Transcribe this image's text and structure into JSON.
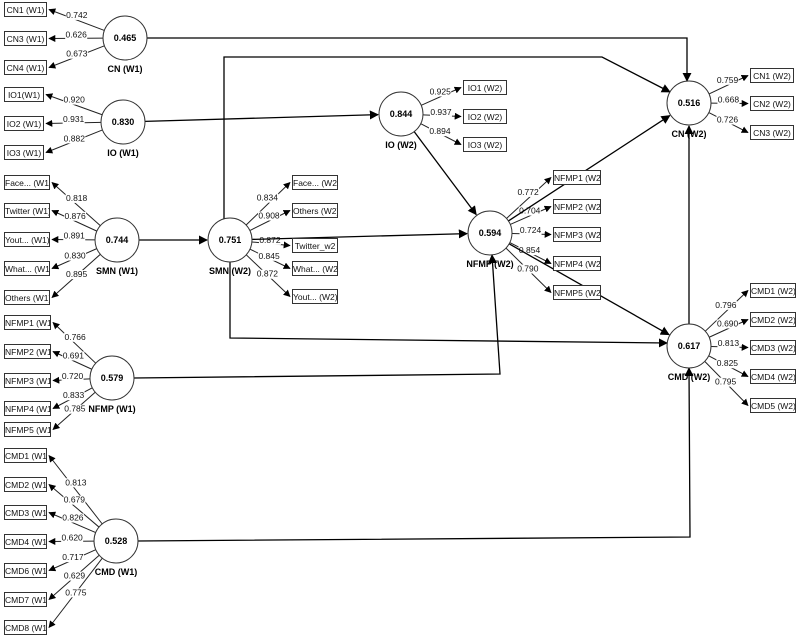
{
  "indicators": [
    {
      "id": "cn1w1",
      "label": "CN1 (W1)"
    },
    {
      "id": "cn3w1",
      "label": "CN3 (W1)"
    },
    {
      "id": "cn4w1",
      "label": "CN4 (W1)"
    },
    {
      "id": "io1w1",
      "label": "IO1(W1)"
    },
    {
      "id": "io2w1",
      "label": "IO2 (W1)"
    },
    {
      "id": "io3w1",
      "label": "IO3 (W1)"
    },
    {
      "id": "facew1",
      "label": "Face... (W1)"
    },
    {
      "id": "twitw1",
      "label": "Twitter (W1)"
    },
    {
      "id": "youtw1",
      "label": "Yout... (W1)"
    },
    {
      "id": "whatw1",
      "label": "What... (W1)"
    },
    {
      "id": "othw1",
      "label": "Others (W1)"
    },
    {
      "id": "nf1w1",
      "label": "NFMP1 (W1)"
    },
    {
      "id": "nf2w1",
      "label": "NFMP2 (W1)"
    },
    {
      "id": "nf3w1",
      "label": "NFMP3 (W1)"
    },
    {
      "id": "nf4w1",
      "label": "NFMP4 (W1)"
    },
    {
      "id": "nf5w1",
      "label": "NFMP5 (W1)"
    },
    {
      "id": "cmd1w1",
      "label": "CMD1 (W1)"
    },
    {
      "id": "cmd2w1",
      "label": "CMD2 (W1)"
    },
    {
      "id": "cmd3w1",
      "label": "CMD3 (W1)"
    },
    {
      "id": "cmd4w1",
      "label": "CMD4 (W1)"
    },
    {
      "id": "cmd6w1",
      "label": "CMD6 (W1)"
    },
    {
      "id": "cmd7w1",
      "label": "CMD7 (W1)"
    },
    {
      "id": "cmd8w1",
      "label": "CMD8 (W1)"
    },
    {
      "id": "facew2",
      "label": "Face... (W2)"
    },
    {
      "id": "othw2",
      "label": "Others (W2)"
    },
    {
      "id": "twitw2",
      "label": "Twitter_w2"
    },
    {
      "id": "whatw2",
      "label": "What... (W2)"
    },
    {
      "id": "youtw2",
      "label": "Yout... (W2)"
    },
    {
      "id": "io1w2",
      "label": "IO1 (W2)"
    },
    {
      "id": "io2w2",
      "label": "IO2 (W2)"
    },
    {
      "id": "io3w2",
      "label": "IO3 (W2)"
    },
    {
      "id": "nf1w2",
      "label": "NFMP1 (W2)"
    },
    {
      "id": "nf2w2",
      "label": "NFMP2 (W2)"
    },
    {
      "id": "nf3w2",
      "label": "NFMP3 (W2)"
    },
    {
      "id": "nf4w2",
      "label": "NFMP4 (W2)"
    },
    {
      "id": "nf5w2",
      "label": "NFMP5 (W2)"
    },
    {
      "id": "cn1w2",
      "label": "CN1 (W2)"
    },
    {
      "id": "cn2w2",
      "label": "CN2 (W2)"
    },
    {
      "id": "cn3w2",
      "label": "CN3 (W2)"
    },
    {
      "id": "cmd1w2",
      "label": "CMD1 (W2)"
    },
    {
      "id": "cmd2w2",
      "label": "CMD2 (W2)"
    },
    {
      "id": "cmd3w2",
      "label": "CMD3 (W2)"
    },
    {
      "id": "cmd4w2",
      "label": "CMD4 (W2)"
    },
    {
      "id": "cmd5w2",
      "label": "CMD5 (W2)"
    }
  ],
  "constructs": [
    {
      "id": "cn_w1",
      "label": "CN (W1)",
      "value": "0.465",
      "indicators": [
        "cn1w1",
        "cn3w1",
        "cn4w1"
      ],
      "loadings": [
        "0.742",
        "0.626",
        "0.673"
      ]
    },
    {
      "id": "io_w1",
      "label": "IO (W1)",
      "value": "0.830",
      "indicators": [
        "io1w1",
        "io2w1",
        "io3w1"
      ],
      "loadings": [
        "0.920",
        "0.931",
        "0.882"
      ]
    },
    {
      "id": "smn_w1",
      "label": "SMN (W1)",
      "value": "0.744",
      "indicators": [
        "facew1",
        "twitw1",
        "youtw1",
        "whatw1",
        "othw1"
      ],
      "loadings": [
        "0.818",
        "0.876",
        "0.891",
        "0.830",
        "0.895"
      ]
    },
    {
      "id": "nfmp_w1",
      "label": "NFMP (W1)",
      "value": "0.579",
      "indicators": [
        "nf1w1",
        "nf2w1",
        "nf3w1",
        "nf4w1",
        "nf5w1"
      ],
      "loadings": [
        "0.766",
        "0.691",
        "0.720",
        "0.833",
        "0.785"
      ]
    },
    {
      "id": "cmd_w1",
      "label": "CMD (W1)",
      "value": "0.528",
      "indicators": [
        "cmd1w1",
        "cmd2w1",
        "cmd3w1",
        "cmd4w1",
        "cmd6w1",
        "cmd7w1",
        "cmd8w1"
      ],
      "loadings": [
        "0.813",
        "0.679",
        "0.826",
        "0.620",
        "0.717",
        "0.629",
        "0.775"
      ]
    },
    {
      "id": "smn_w2",
      "label": "SMN (W2)",
      "value": "0.751",
      "indicators": [
        "facew2",
        "othw2",
        "twitw2",
        "whatw2",
        "youtw2"
      ],
      "loadings": [
        "0.834",
        "0.908",
        "0.872",
        "0.845",
        "0.872"
      ]
    },
    {
      "id": "io_w2",
      "label": "IO (W2)",
      "value": "0.844",
      "indicators": [
        "io1w2",
        "io2w2",
        "io3w2"
      ],
      "loadings": [
        "0.925",
        "0.937",
        "0.894"
      ]
    },
    {
      "id": "nfmp_w2",
      "label": "NFMP (W2)",
      "value": "0.594",
      "indicators": [
        "nf1w2",
        "nf2w2",
        "nf3w2",
        "nf4w2",
        "nf5w2"
      ],
      "loadings": [
        "0.772",
        "0.704",
        "0.724",
        "0.854",
        "0.790"
      ]
    },
    {
      "id": "cn_w2",
      "label": "CN (W2)",
      "value": "0.516",
      "indicators": [
        "cn1w2",
        "cn2w2",
        "cn3w2"
      ],
      "loadings": [
        "0.759",
        "0.668",
        "0.726"
      ]
    },
    {
      "id": "cmd_w2",
      "label": "CMD (W2)",
      "value": "0.617",
      "indicators": [
        "cmd1w2",
        "cmd2w2",
        "cmd3w2",
        "cmd4w2",
        "cmd5w2"
      ],
      "loadings": [
        "0.796",
        "0.690",
        "0.813",
        "0.825",
        "0.795"
      ]
    }
  ],
  "paths": [
    {
      "from": "cn_w1",
      "to": "cn_w2"
    },
    {
      "from": "io_w1",
      "to": "io_w2"
    },
    {
      "from": "smn_w1",
      "to": "smn_w2"
    },
    {
      "from": "nfmp_w1",
      "to": "nfmp_w2"
    },
    {
      "from": "cmd_w1",
      "to": "cmd_w2"
    },
    {
      "from": "smn_w2",
      "to": "nfmp_w2"
    },
    {
      "from": "smn_w2",
      "to": "cn_w2"
    },
    {
      "from": "smn_w2",
      "to": "cmd_w2"
    },
    {
      "from": "io_w2",
      "to": "nfmp_w2"
    },
    {
      "from": "nfmp_w2",
      "to": "cn_w2"
    },
    {
      "from": "nfmp_w2",
      "to": "cmd_w2"
    },
    {
      "from": "cmd_w2",
      "to": "cn_w2"
    }
  ]
}
